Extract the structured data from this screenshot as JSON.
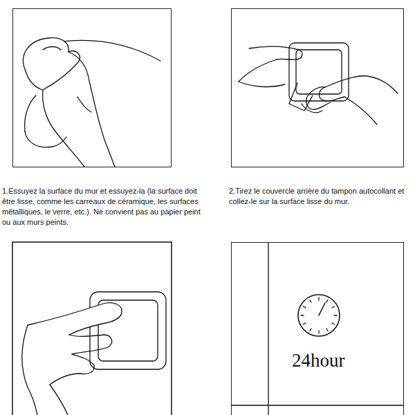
{
  "diagram": {
    "nodes": [
      {
        "text": [
          "1.Essuyez la surface du mur et essuyez-la (la surface doit être lisse, comme les carreaux de céramique, les surfaces métalliques, le verre, etc.). Ne convient pas au papier peint ou aux murs peints."
        ]
      },
      {
        "text": [
          "2.Tirez le couvercle arrière du tampon autocollant et collez-le sur la surface lisse du mur."
        ]
      },
      {
        "text": [
          "24hour"
        ]
      }
    ]
  }
}
